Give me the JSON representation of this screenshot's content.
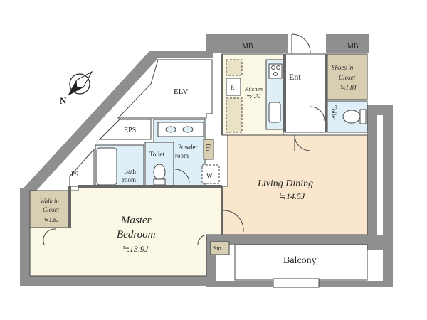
{
  "rooms": {
    "mb_left": "MB",
    "mb_right": "MB",
    "kitchen": "Kitchen",
    "kitchen_size": "≒4.7J",
    "refrigerator": "R",
    "entrance": "Ent",
    "shoes_closet_1": "Shoes  in",
    "shoes_closet_2": "Closet",
    "shoes_closet_size": "≒1.8J",
    "elv": "ELV",
    "eps": "EPS",
    "toilet_right": "Toilet",
    "powder_1": "Powder",
    "powder_2": "room",
    "toilet_center": "Toilet",
    "linen": "Lin",
    "bath_1": "Bath",
    "bath_2": "room",
    "ps": "PS",
    "washer": "W",
    "living": "Living Dining",
    "living_size": "≒14.5J",
    "walkin_1": "Walk in",
    "walkin_2": "Closet",
    "walkin_size": "≒1.8J",
    "master_1": "Master",
    "master_2": "Bedroom",
    "master_size": "≒13.9J",
    "storage": "Sto",
    "balcony": "Balcony",
    "north": "N"
  },
  "colors": {
    "wall": "#8f8f8f",
    "bedroom_floor": "#fbf8e6",
    "living_floor": "#fae6cc",
    "wet_floor": "#dfeff8",
    "closet_floor": "#d8cfb2",
    "outline": "#444444"
  }
}
